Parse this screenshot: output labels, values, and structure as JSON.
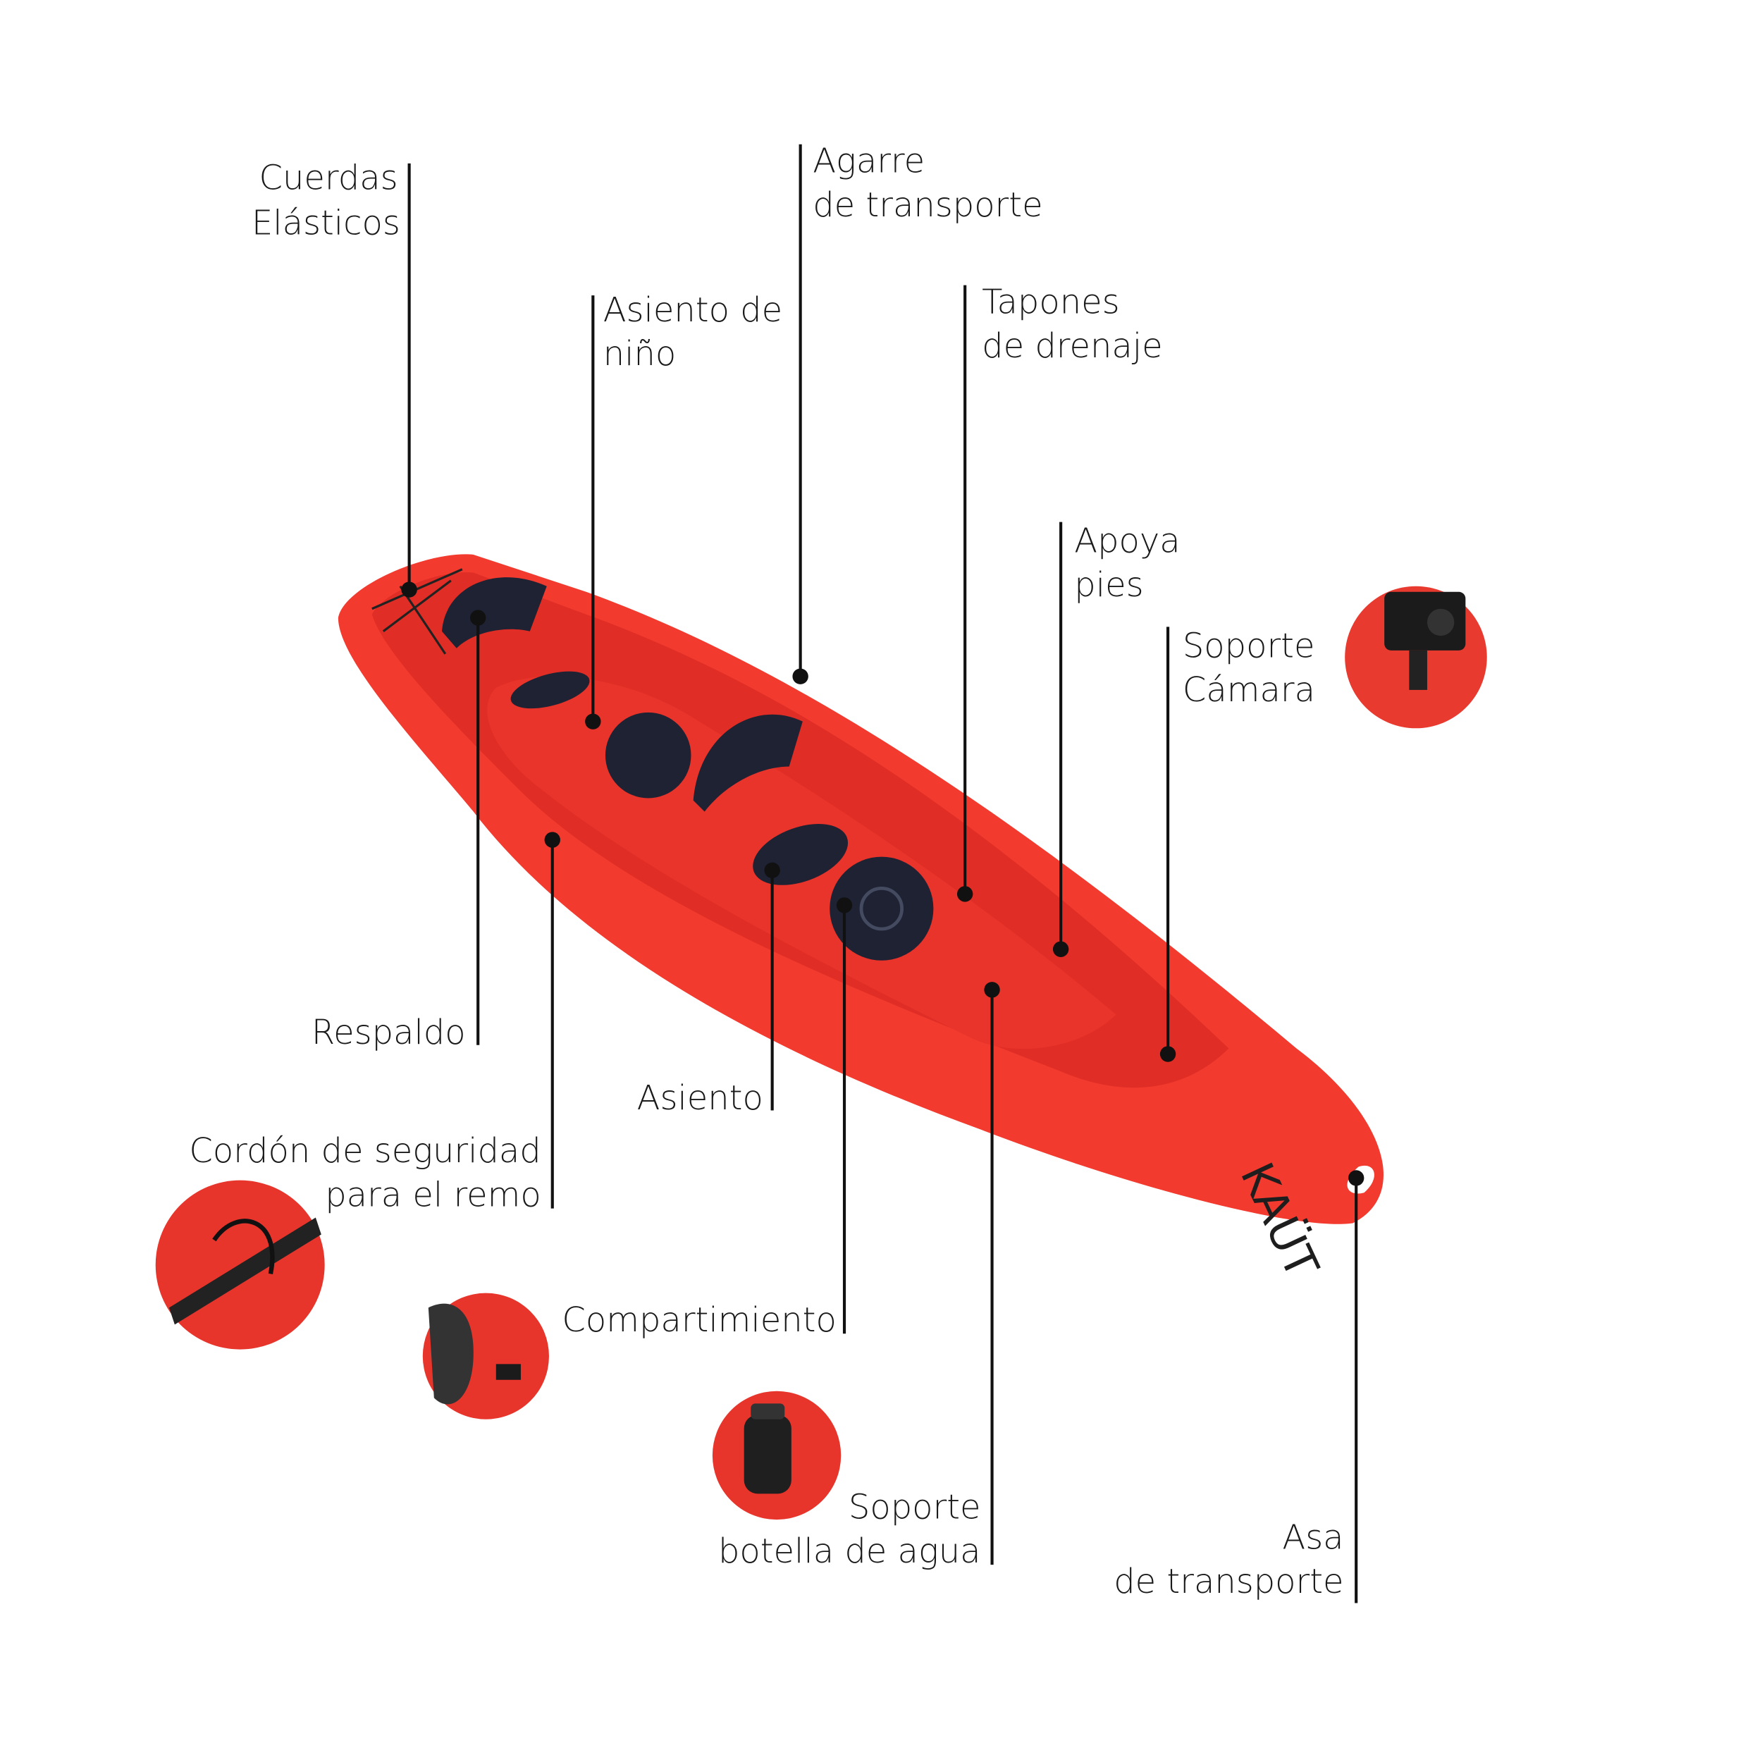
{
  "brand": "KAÜT",
  "colors": {
    "hull": "#f23a2f",
    "hull_dark": "#d82a22",
    "seat": "#1e2233",
    "line": "#111111"
  },
  "labels": {
    "cuerdas": [
      "Cuerdas",
      "Elásticos"
    ],
    "asiento_nino": [
      "Asiento de",
      "niño"
    ],
    "agarre": [
      "Agarre",
      "de transporte"
    ],
    "tapones": [
      "Tapones",
      "de drenaje"
    ],
    "apoya_pies": [
      "Apoya",
      "pies"
    ],
    "soporte_camara": [
      "Soporte",
      "Cámara"
    ],
    "respaldo": [
      "Respaldo"
    ],
    "cordon": [
      "Cordón de seguridad",
      "para el remo"
    ],
    "asiento": [
      "Asiento"
    ],
    "compartimiento": [
      "Compartimiento"
    ],
    "soporte_botella": [
      "Soporte",
      "botella de agua"
    ],
    "asa": [
      "Asa",
      "de transporte"
    ]
  }
}
